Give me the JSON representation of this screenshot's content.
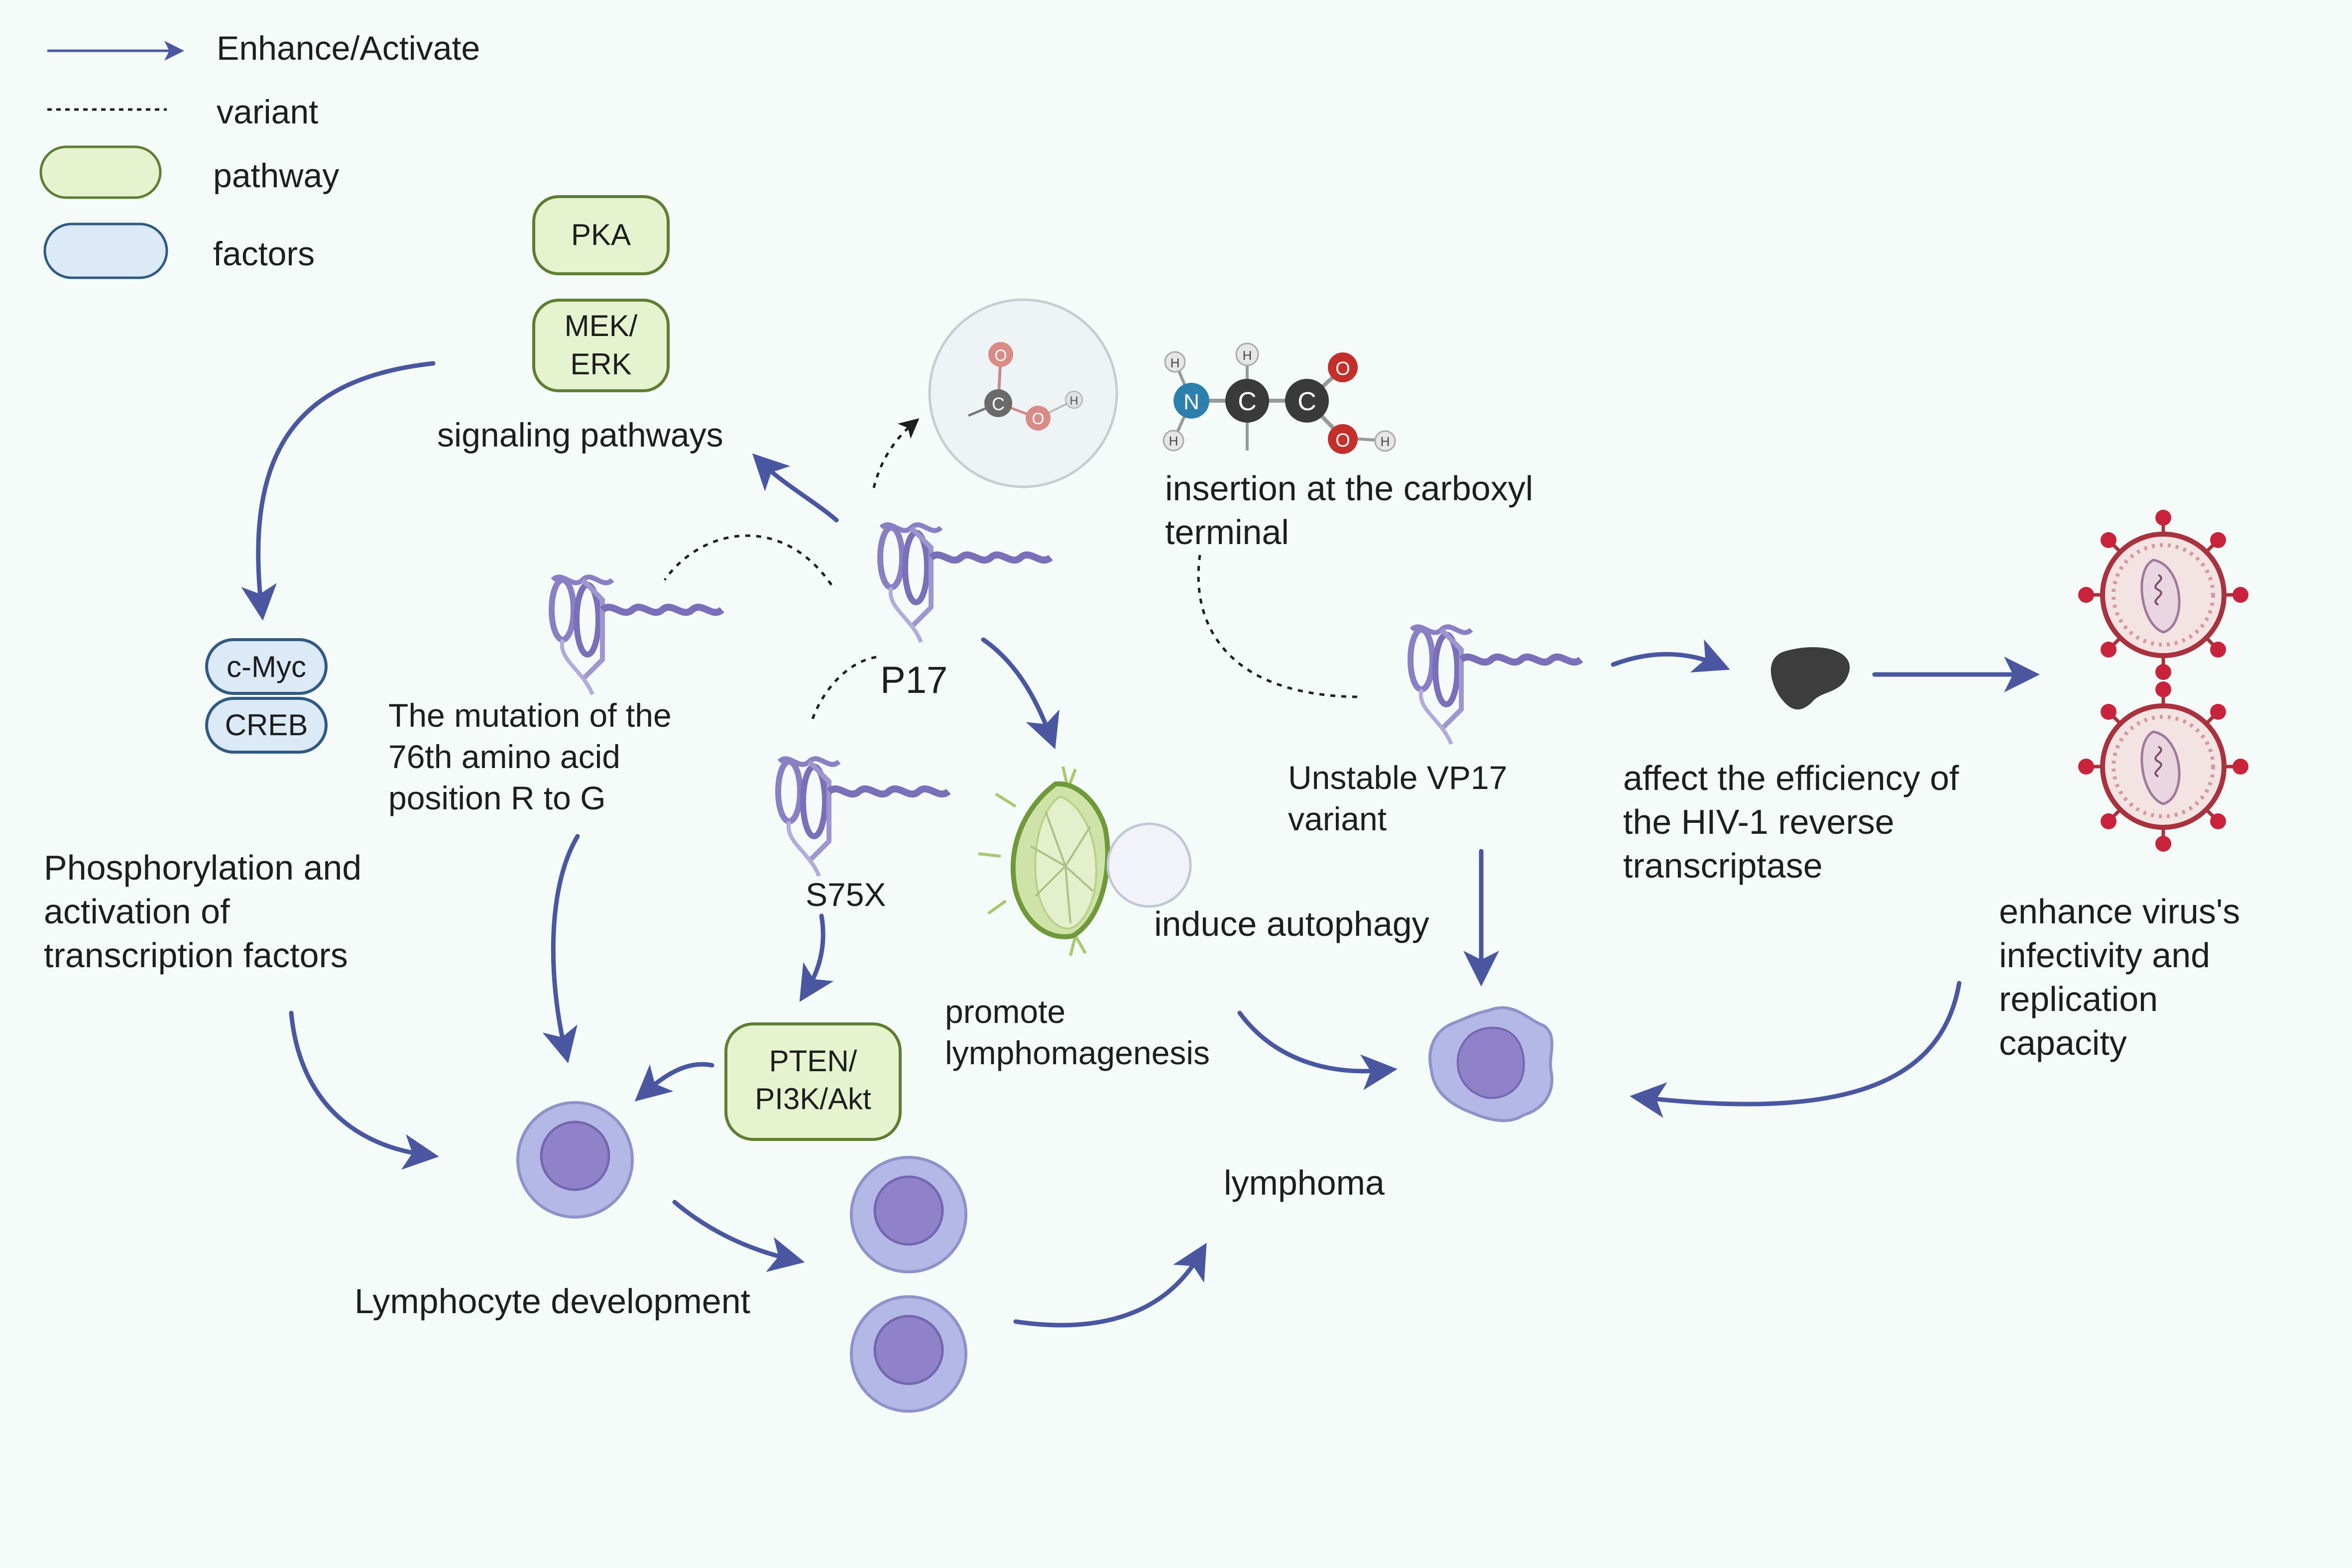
{
  "legend": {
    "enhance": "Enhance/Activate",
    "variant": "variant",
    "pathway": "pathway",
    "factors": "factors"
  },
  "pathway_boxes": {
    "pka": "PKA",
    "mek_line1": "MEK/",
    "mek_line2": "ERK",
    "pten_line1": "PTEN/",
    "pten_line2": "PI3K/Akt"
  },
  "factor_boxes": {
    "cmyc": "c-Myc",
    "creb": "CREB"
  },
  "labels": {
    "signaling": "signaling pathways",
    "p17": "P17",
    "mutation_line1": "The mutation of the",
    "mutation_line2": "76th amino acid",
    "mutation_line3": "position R to G",
    "s75x": "S75X",
    "phospho_line1": "Phosphorylation and",
    "phospho_line2": "activation of",
    "phospho_line3": "transcription factors",
    "insertion_line1": "insertion at the carboxyl",
    "insertion_line2": "terminal",
    "unstable_line1": "Unstable VP17",
    "unstable_line2": "variant",
    "affect_line1": "affect the efficiency of",
    "affect_line2": "the HIV-1 reverse",
    "affect_line3": "transcriptase",
    "enhance_line1": "enhance virus's",
    "enhance_line2": "infectivity and",
    "enhance_line3": "replication",
    "enhance_line4": "capacity",
    "autophagy": "induce autophagy",
    "promote_line1": "promote",
    "promote_line2": "lymphomagenesis",
    "lymphoma": "lymphoma",
    "lymphocyte": "Lymphocyte development"
  },
  "atoms": {
    "c": "C",
    "o": "O",
    "h": "H",
    "n": "N"
  },
  "colors": {
    "background": "#f4fbf8",
    "arrow": "#4a57a0",
    "pathway_fill": "#e6f3cf",
    "pathway_stroke": "#5f7d32",
    "factor_fill": "#dce9f7",
    "factor_stroke": "#2f5a83",
    "protein": "#8b7fc4",
    "virus": "#a8323e"
  }
}
